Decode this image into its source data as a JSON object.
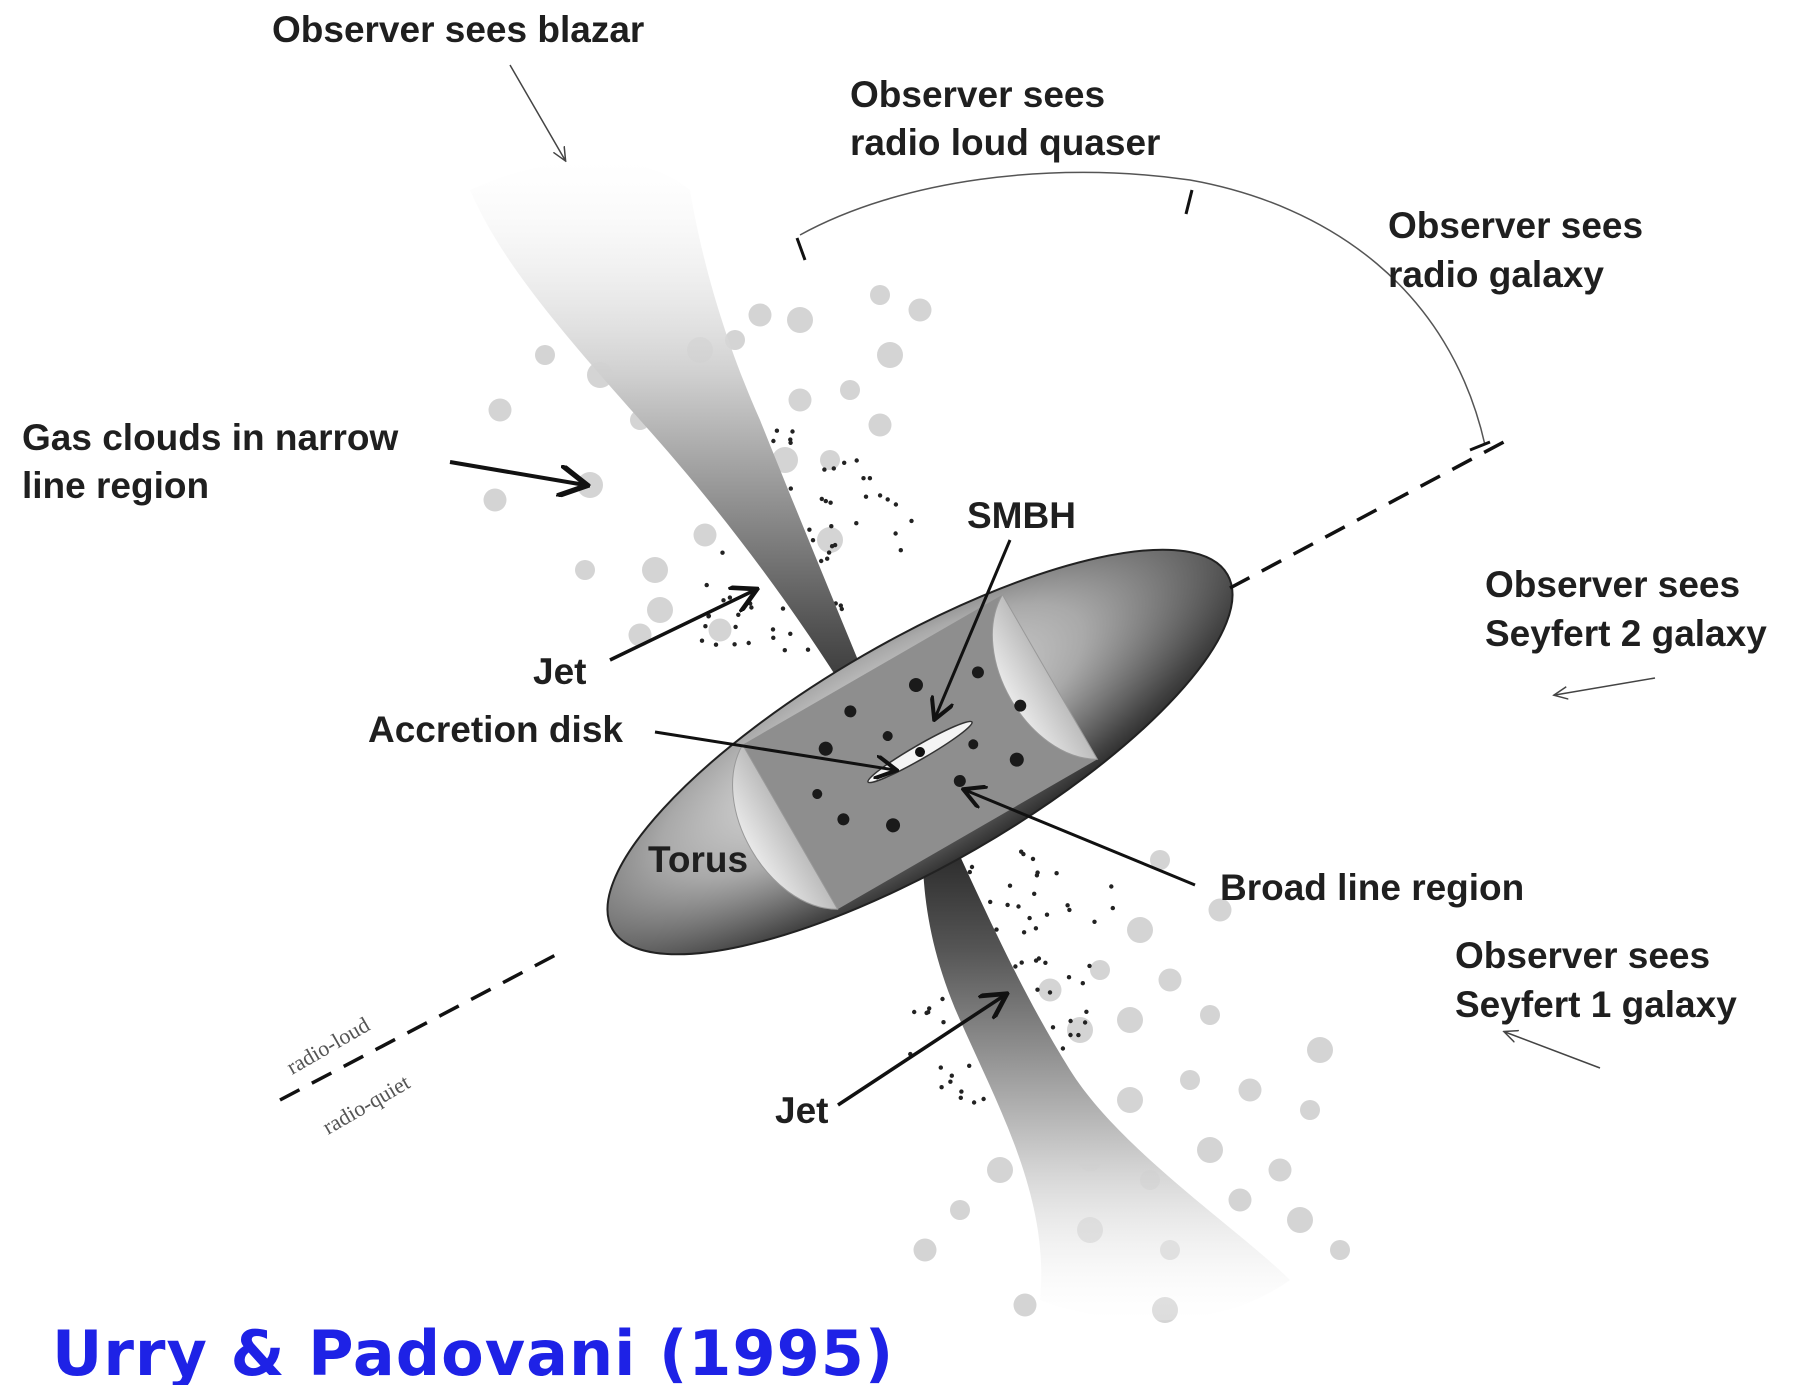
{
  "labels": {
    "blazar": "Observer sees blazar",
    "rlq_line1": "Observer sees",
    "rlq_line2": "radio loud quaser",
    "rg_line1": "Observer sees",
    "rg_line2": "radio galaxy",
    "nlr_line1": "Gas clouds in narrow",
    "nlr_line2": "line region",
    "smbh": "SMBH",
    "sy2_line1": "Observer sees",
    "sy2_line2": "Seyfert 2 galaxy",
    "jet_upper": "Jet",
    "accretion_disk": "Accretion disk",
    "torus": "Torus",
    "blr": "Broad line region",
    "sy1_line1": "Observer sees",
    "sy1_line2": "Seyfert 1 galaxy",
    "jet_lower": "Jet",
    "radio_loud": "radio-loud",
    "radio_quiet": "radio-quiet",
    "credit": "Urry & Padovani (1995)"
  },
  "colors": {
    "text": "#1f1f1f",
    "credit": "#1e22e6",
    "cloud": "#d4d4d4",
    "torus_dark": "#1a1a1a",
    "jet": "#111111"
  }
}
